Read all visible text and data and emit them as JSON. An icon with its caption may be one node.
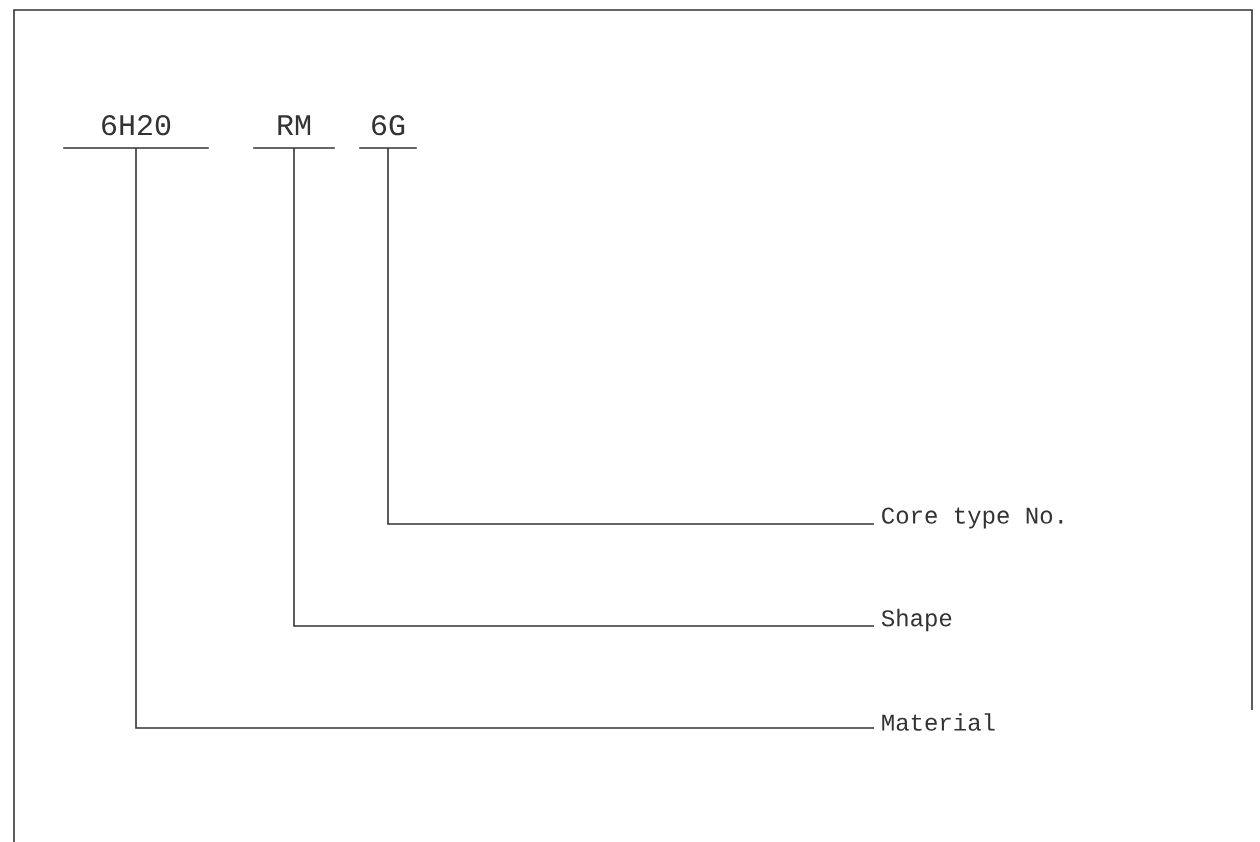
{
  "diagram": {
    "nodes": [
      {
        "text": [
          "6H20"
        ]
      },
      {
        "text": [
          "RM"
        ]
      },
      {
        "text": [
          "6G"
        ]
      },
      {
        "text": [
          "Core type No."
        ]
      },
      {
        "text": [
          "Shape"
        ]
      },
      {
        "text": [
          "Material"
        ]
      }
    ],
    "edges": [
      {
        "from": 2,
        "to": 3,
        "arrow": "none"
      },
      {
        "from": 1,
        "to": 4,
        "arrow": "none"
      },
      {
        "from": 0,
        "to": 5,
        "arrow": "none"
      }
    ]
  }
}
